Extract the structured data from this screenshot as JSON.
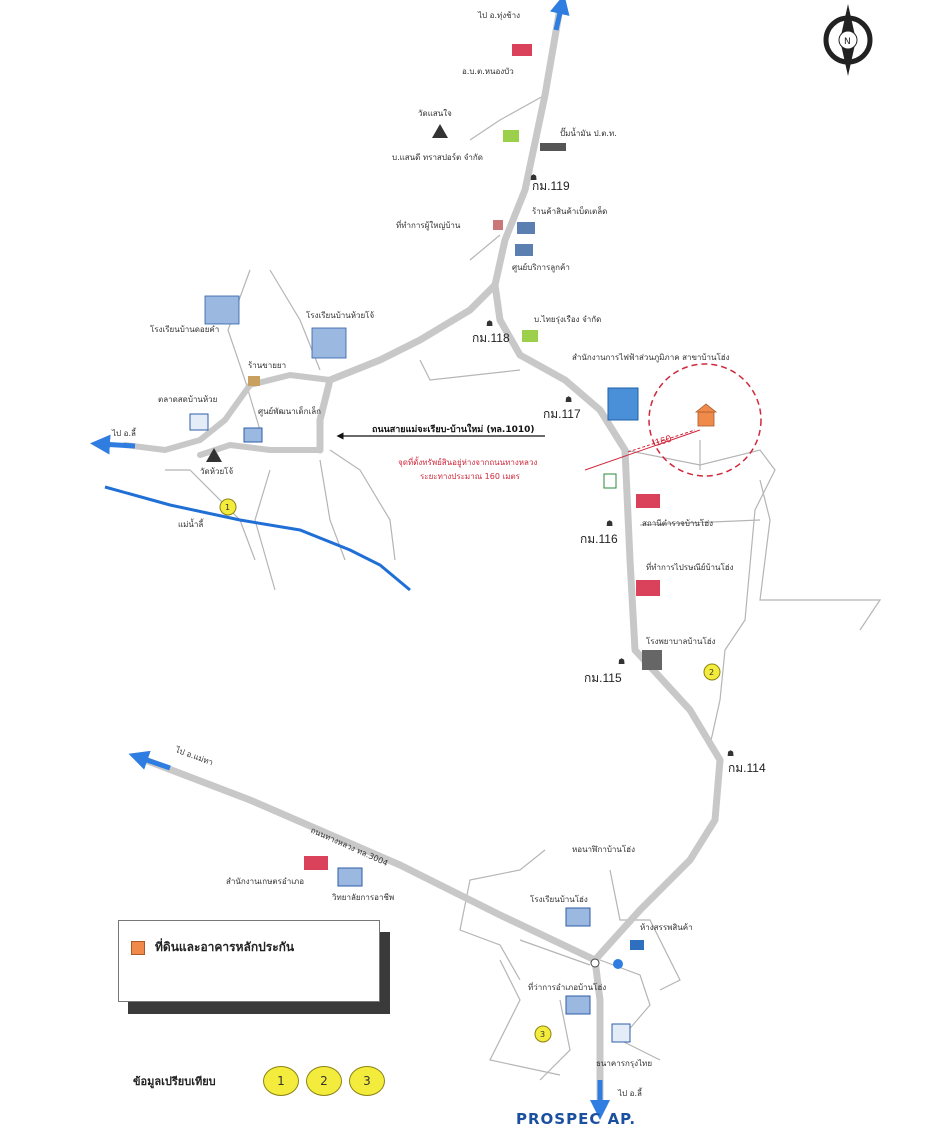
{
  "map": {
    "roads": {
      "highway_1010": "ถนนสายแม่จะเรียบ-บ้านใหม่ (ทล.1010)",
      "route_3004": "ถนนทางหลวง ทล.3004",
      "access_note_line1": "จุดที่ตั้งทรัพย์สินอยู่ห่างจากถนนทางหลวง",
      "access_note_line2": "ระยะทางประมาณ 160 เมตร",
      "distance_badge": "160"
    },
    "directions": {
      "to_north": "ไป อ.ทุ่งช้าง",
      "to_west": "ไป อ.ลี้",
      "to_northwest": "ไป อ.แม่ทา",
      "to_south": "ไป อ.ลี้"
    },
    "km_markers": [
      "กม.119",
      "กม.118",
      "กม.117",
      "กม.116",
      "กม.115",
      "กม.114"
    ],
    "places": {
      "p1": "อ.บ.ต.หนองบัว",
      "p2": "วัดแสนใจ",
      "p3": "บ.แสนดี ทราสปอร์ต จำกัด",
      "p4": "ปั๊มน้ำมัน ป.ต.ท.",
      "p5": "ที่ทำการผู้ใหญ่บ้าน",
      "p6": "ร้านค้าสินค้าเบ็ดเตล็ด",
      "p7": "ศูนย์บริการลูกค้า",
      "p8": "โรงเรียนบ้านดอยคำ",
      "p9": "โรงเรียนบ้านห้วยโจ้",
      "p10": "ร้านขายยา",
      "p11": "ตลาดสดบ้านห้วย",
      "p12": "ศูนย์พัฒนาเด็กเล็ก",
      "p13": "วัดห้วยโจ้",
      "p14": "บ.ไทยรุ่งเรือง จำกัด",
      "p15": "สำนักงานการไฟฟ้าส่วนภูมิภาค สาขาบ้านโฮ่ง",
      "p16": "สถานีตำรวจบ้านโฮ่ง",
      "p17": "ที่ทำการไปรษณีย์บ้านโฮ่ง",
      "p18": "โรงพยาบาลบ้านโฮ่ง",
      "p19": "สำนักงานเกษตรอำเภอ",
      "p20": "วิทยาลัยการอาชีพ",
      "p21": "หอนาฬิกาบ้านโฮ่ง",
      "p22": "โรงเรียนบ้านโฮ่ง",
      "p23": "ห้างสรรพสินค้า",
      "p24": "ที่ว่าการอำเภอบ้านโฮ่ง",
      "p25": "ธนาคารกรุงไทย",
      "river": "แม่น้ำลี้"
    }
  },
  "legend": {
    "label": "ที่ดินและอาคารหลักประกัน"
  },
  "comparison": {
    "label": "ข้อมูลเปรียบเทียบ",
    "items": [
      "1",
      "2",
      "3"
    ]
  },
  "compass": {
    "north": "N"
  },
  "brand": {
    "text": "PROSPEC AP."
  },
  "colors": {
    "road": "#c8c8c8",
    "river": "#1f6fd6",
    "arrow": "#2f7de0",
    "subject": "#f08a4b",
    "note_red": "#d0283c",
    "comparable": "#f4ec3c"
  }
}
